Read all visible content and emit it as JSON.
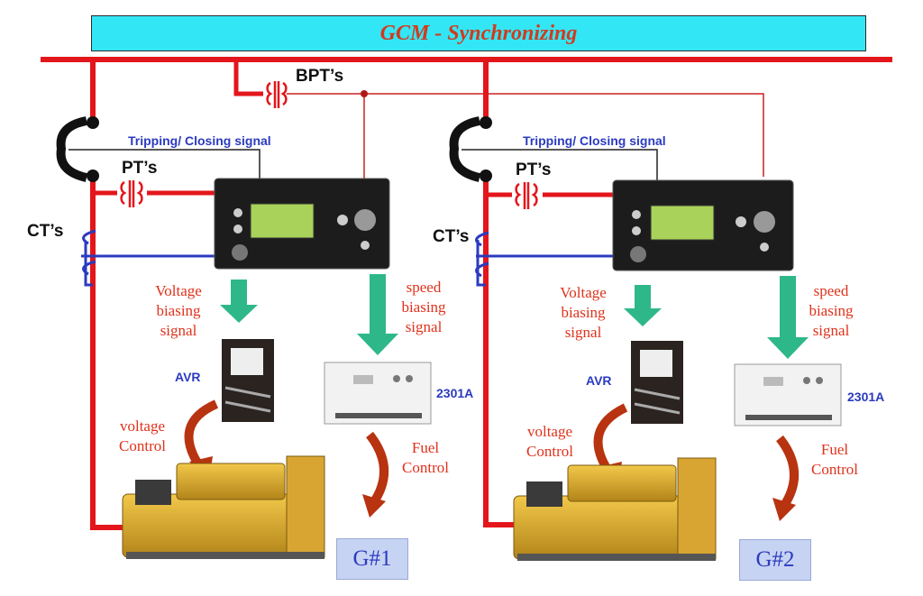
{
  "title": "GCM - Synchronizing",
  "labels": {
    "bpt": "BPT’s",
    "pt": "PT’s",
    "ct": "CT’s",
    "trip_close": "Tripping/ Closing signal",
    "voltage_bias": [
      "Voltage",
      "biasing",
      "signal"
    ],
    "speed_bias": [
      "speed",
      "biasing",
      "signal"
    ],
    "avr": "AVR",
    "governor": "2301A",
    "voltage_control": [
      "voltage",
      "Control"
    ],
    "fuel_control": [
      "Fuel",
      "Control"
    ]
  },
  "generators": [
    {
      "label": "G#1"
    },
    {
      "label": "G#2"
    }
  ],
  "colors": {
    "bus": "#e3161b",
    "signal_wire": "#222222",
    "bpt_wire": "#cc2020",
    "ct_wire": "#2b3bbf",
    "arrow": "#2eb88a",
    "curved_arrow": "#b83310",
    "title_bg": "#33e6f5",
    "gen_box": "#c7d3f3",
    "module_body": "#1c1c1c",
    "lcd": "#a9d25a"
  },
  "icons": [
    "breaker-icon",
    "transformer-icon",
    "ct-coil-icon",
    "gcm-module-icon",
    "avr-board-icon",
    "governor-module-icon",
    "generator-icon",
    "flow-arrow-icon",
    "curved-arrow-icon"
  ]
}
